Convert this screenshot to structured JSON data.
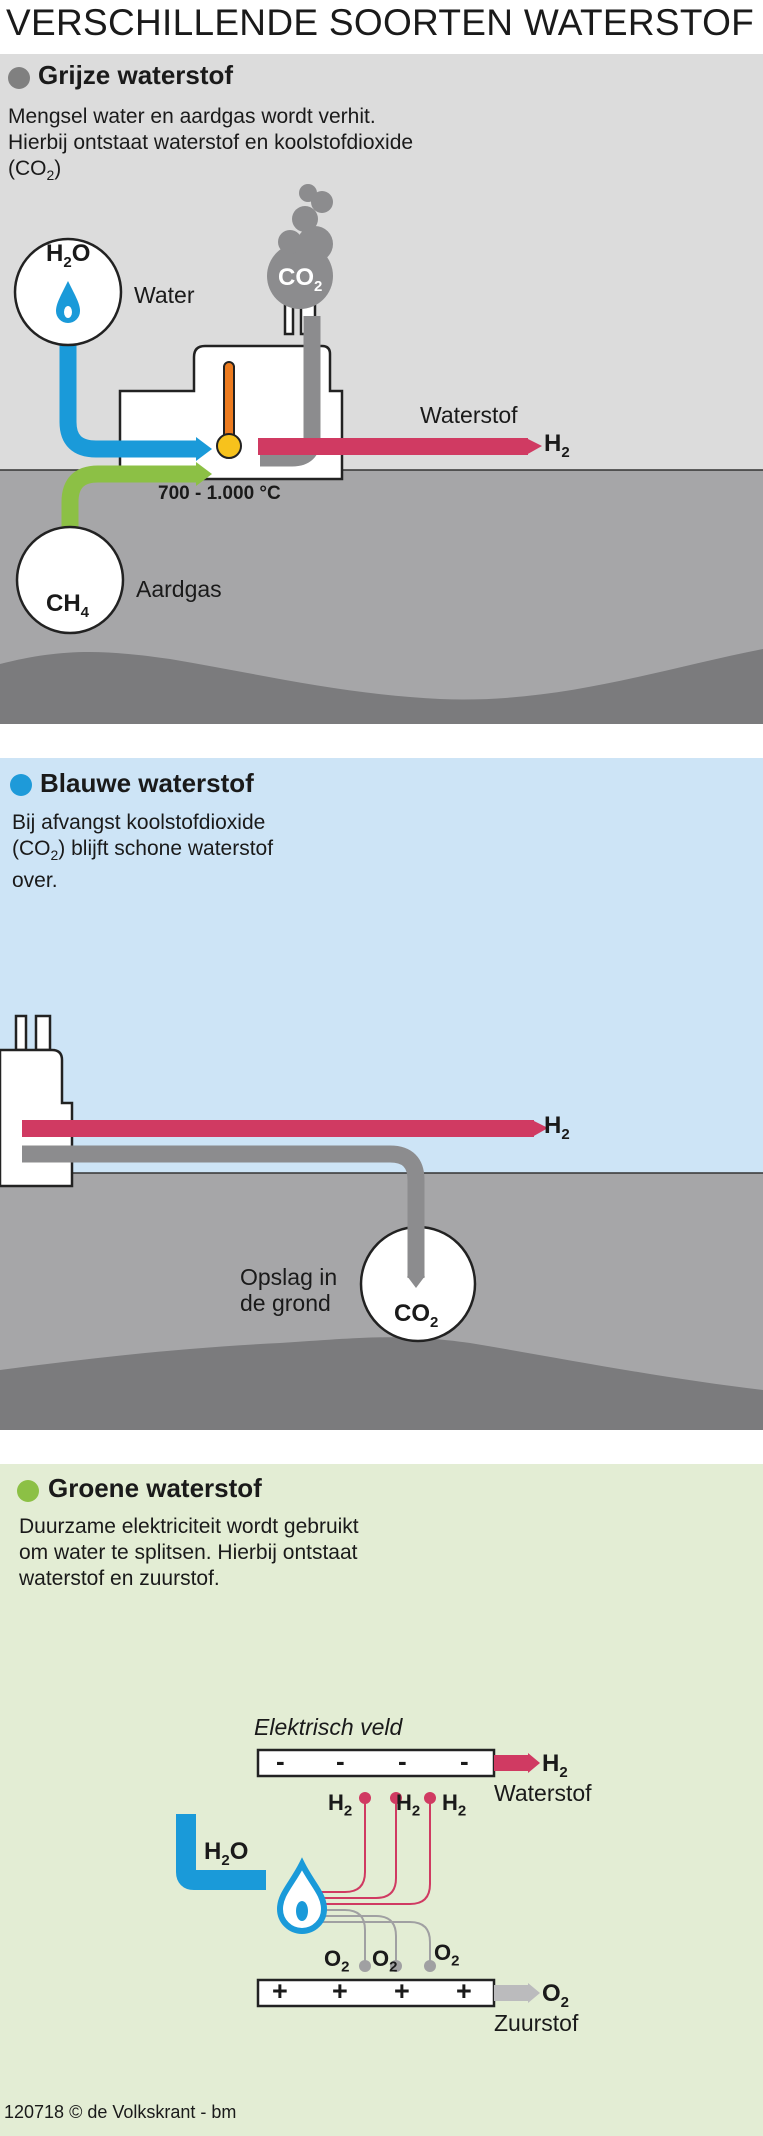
{
  "title": "VERSCHILLENDE SOORTEN WATERSTOF",
  "colors": {
    "grey_accent": "#808080",
    "blue_accent": "#1e9ad9",
    "green_accent": "#8cc045",
    "hydrogen_pipe": "#d03a62",
    "water_pipe": "#1a9ad9",
    "gas_pipe": "#8cc045",
    "co2_pipe": "#8c8c8e",
    "grey_sky": "#dcdcdc",
    "blue_sky": "#cde4f6",
    "green_bg": "#e3edd4",
    "ground": "#a6a6a8",
    "ground_dark": "#7b7b7d"
  },
  "grijs": {
    "title": "Grijze waterstof",
    "desc": [
      "Mengsel water en aardgas wordt verhit.",
      "Hierbij ontstaat waterstof en koolstofdioxide",
      "(CO",
      "2",
      ")"
    ],
    "water_label": "Water",
    "aardgas_label": "Aardgas",
    "h2o": "H",
    "h2o_sub": "2",
    "h2o_o": "O",
    "ch4": "CH",
    "ch4_sub": "4",
    "co2": "CO",
    "co2_sub": "2",
    "temperature": "700 - 1.000 °C",
    "waterstof_label": "Waterstof",
    "h2": "H",
    "h2_sub": "2"
  },
  "blauw": {
    "title": "Blauwe waterstof",
    "desc1": "Bij afvangst koolstofdioxide",
    "desc2a": "(CO",
    "desc2sub": "2",
    "desc2b": ") blijft schone waterstof",
    "desc3": "over.",
    "opslag1": "Opslag in",
    "opslag2": "de grond",
    "co2": "CO",
    "co2_sub": "2",
    "h2": "H",
    "h2_sub": "2"
  },
  "groen": {
    "title": "Groene waterstof",
    "desc": [
      "Duurzame elektriciteit wordt gebruikt",
      "om  water te splitsen. Hierbij ontstaat",
      "waterstof en zuurstof."
    ],
    "field_label": "Elektrisch veld",
    "minus": [
      "-",
      "-",
      "-",
      "-"
    ],
    "plus": [
      "+",
      "+",
      "+",
      "+"
    ],
    "h2": "H",
    "h2_sub": "2",
    "waterstof_label": "Waterstof",
    "o2": "O",
    "o2_sub": "2",
    "zuurstof_label": "Zuurstof",
    "h2o": "H",
    "h2o_sub": "2",
    "h2o_o": "O"
  },
  "footer": "120718 © de Volkskrant - bm"
}
